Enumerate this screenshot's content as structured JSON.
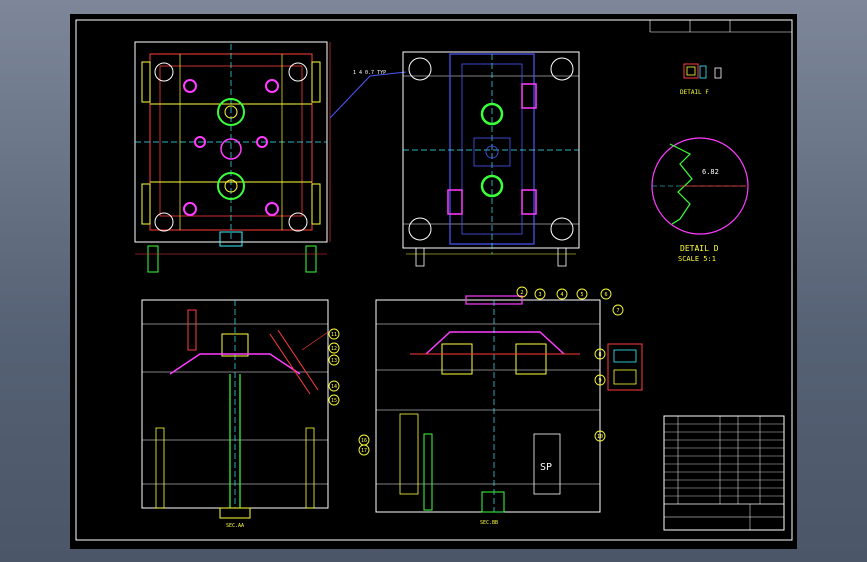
{
  "drawing": {
    "dims": {
      "top_left": "1 4  0.7  TYP",
      "top_right": "DETAIL F"
    },
    "detail_f": {
      "label": "DETAIL F"
    },
    "detail_d": {
      "label": "DETAIL D",
      "scale": "SCALE  5:1",
      "dim": "6.82"
    },
    "section_labels": {
      "left": "SEC.AA",
      "right": "SEC.BB"
    },
    "balloons_left": [
      "11",
      "12",
      "13",
      "14",
      "15"
    ],
    "balloons_top": [
      "2",
      "3",
      "4",
      "5",
      "6",
      "7"
    ],
    "balloons_side": [
      "8",
      "9",
      "10"
    ],
    "balloons_lower": [
      "16",
      "17"
    ],
    "sp_label": "SP"
  },
  "colors": {
    "background": "#000000",
    "frame": "#ffffff",
    "red": "#ff3b3b",
    "yellow": "#ffff3a",
    "magenta": "#ff3cff",
    "green": "#3cff3c",
    "cyan": "#3cf0ff",
    "blue": "#4a58ff"
  }
}
